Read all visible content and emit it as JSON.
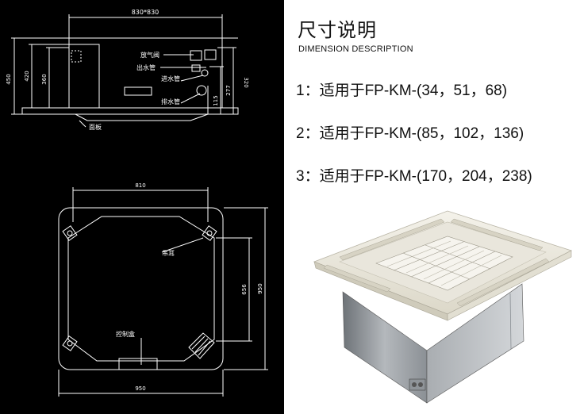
{
  "drawing": {
    "side_view": {
      "top_dim": "830*830",
      "height_dim": "450",
      "body_dim": "420",
      "inner_dim": "360",
      "right_dim_outer": "320",
      "right_dim_mid": "277",
      "right_dim_low": "115",
      "label_vent": "放气阀",
      "label_outlet": "出水管",
      "label_inlet": "进水管",
      "label_drain": "排水管",
      "label_panel": "面板"
    },
    "bottom_view": {
      "top_dim": "810",
      "inner_dim": "656",
      "outer_dim": "950",
      "bottom_dim": "950",
      "label_hanger": "吊耳",
      "label_control_box": "控制盒"
    }
  },
  "text": {
    "title": "尺寸说明",
    "subtitle": "DIMENSION DESCRIPTION",
    "specs": [
      "1：适用于FP-KM-(34，51，68)",
      "2：适用于FP-KM-(85，102，136)",
      "3：适用于FP-KM-(170，204，238)"
    ]
  },
  "colors": {
    "drawing_background": "#000000",
    "drawing_lines": "#ffffff",
    "panel_color": "#ece9dc",
    "housing_color": "#9ea3a8"
  }
}
